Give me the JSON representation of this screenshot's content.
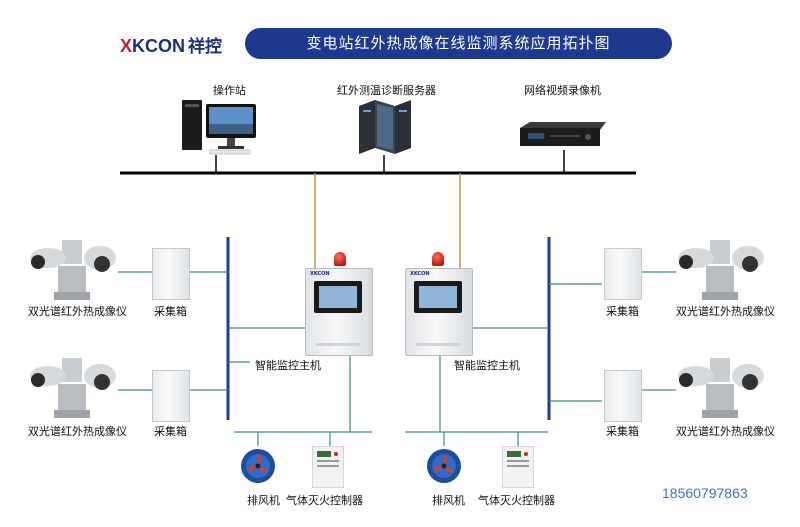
{
  "brand": {
    "latin_a": "X",
    "latin_b": "KCON",
    "chinese": "祥控"
  },
  "title": "变电站红外热成像在线监测系统应用拓扑图",
  "top_devices": {
    "workstation": "操作站",
    "server": "红外测温诊断服务器",
    "nvr": "网络视频录像机"
  },
  "left_side": {
    "camera_1": "双光谱红外热成像仪",
    "box_1": "采集箱",
    "camera_2": "双光谱红外热成像仪",
    "box_2": "采集箱"
  },
  "right_side": {
    "camera_1": "双光谱红外热成像仪",
    "box_1": "采集箱",
    "camera_2": "双光谱红外热成像仪",
    "box_2": "采集箱"
  },
  "hosts": {
    "host_1": "智能监控主机",
    "host_2": "智能监控主机",
    "host_logo": "XKCON"
  },
  "bottom_left": {
    "fan": "排风机",
    "controller": "气体灭火控制器"
  },
  "bottom_right": {
    "fan": "排风机",
    "controller": "气体灭火控制器"
  },
  "phone": "18560797863",
  "colors": {
    "banner": "#1e3a8f",
    "bus": "#000000",
    "connector": "#3a8f8a",
    "uplink": "#c8973a",
    "brand_red": "#c8242b"
  }
}
